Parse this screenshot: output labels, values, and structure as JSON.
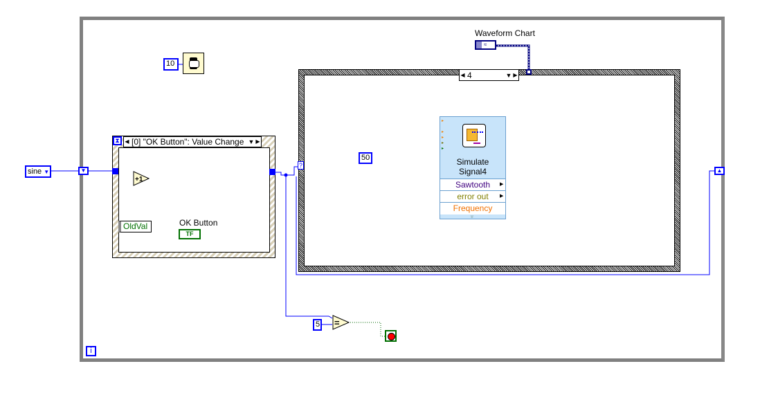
{
  "while_loop": {
    "iteration_label": "i"
  },
  "wait": {
    "constant": "10",
    "icon": "wait-clock-icon"
  },
  "enum": {
    "value": "sine"
  },
  "event_structure": {
    "selector": "[0] \"OK Button\": Value Change",
    "oldval_label": "OldVal",
    "ok_button_label": "OK Button",
    "ok_button_terminal": "TF",
    "increment_label": "+1"
  },
  "case_structure": {
    "selector": "4",
    "tunnel_label": "?"
  },
  "constant_50": "50",
  "simulate_signal": {
    "title_line1": "Simulate",
    "title_line2": "Signal4",
    "outputs": [
      "Sawtooth",
      "error out"
    ],
    "input": "Frequency",
    "chevron": "»"
  },
  "waveform_chart": {
    "label": "Waveform Chart"
  },
  "compare": {
    "constant": "5",
    "op": "="
  },
  "colors": {
    "numeric_wire": "#0000ff",
    "dynamic_wire": "#00007f",
    "boolean_wire": "#006600"
  }
}
